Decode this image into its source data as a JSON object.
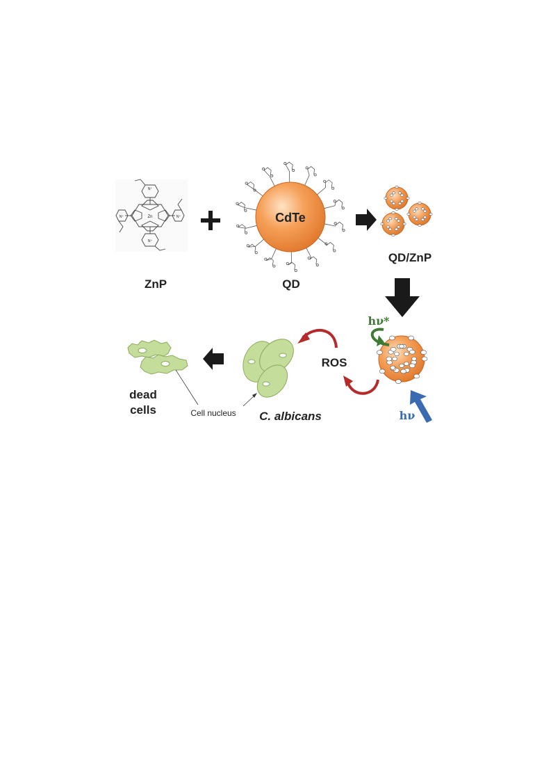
{
  "labels": {
    "znp": "ZnP",
    "qd": "QD",
    "cdte": "CdTe",
    "qd_znp": "QD/ZnP",
    "ros": "ROS",
    "hv_star": "hν*",
    "hv": "hν",
    "c_albicans": "C. albicans",
    "dead": "dead",
    "cells": "cells",
    "cell_nucleus": "Cell nucleus",
    "zn": "Zn",
    "n_plus": "N⁺"
  },
  "colors": {
    "qd_orange": "#F08A3A",
    "cell_green": "#C5DD9A",
    "ros_red": "#B52A2A",
    "hv_green": "#3E7A33",
    "hv_blue": "#3A6BB0",
    "arrow_black": "#1a1a1a"
  }
}
